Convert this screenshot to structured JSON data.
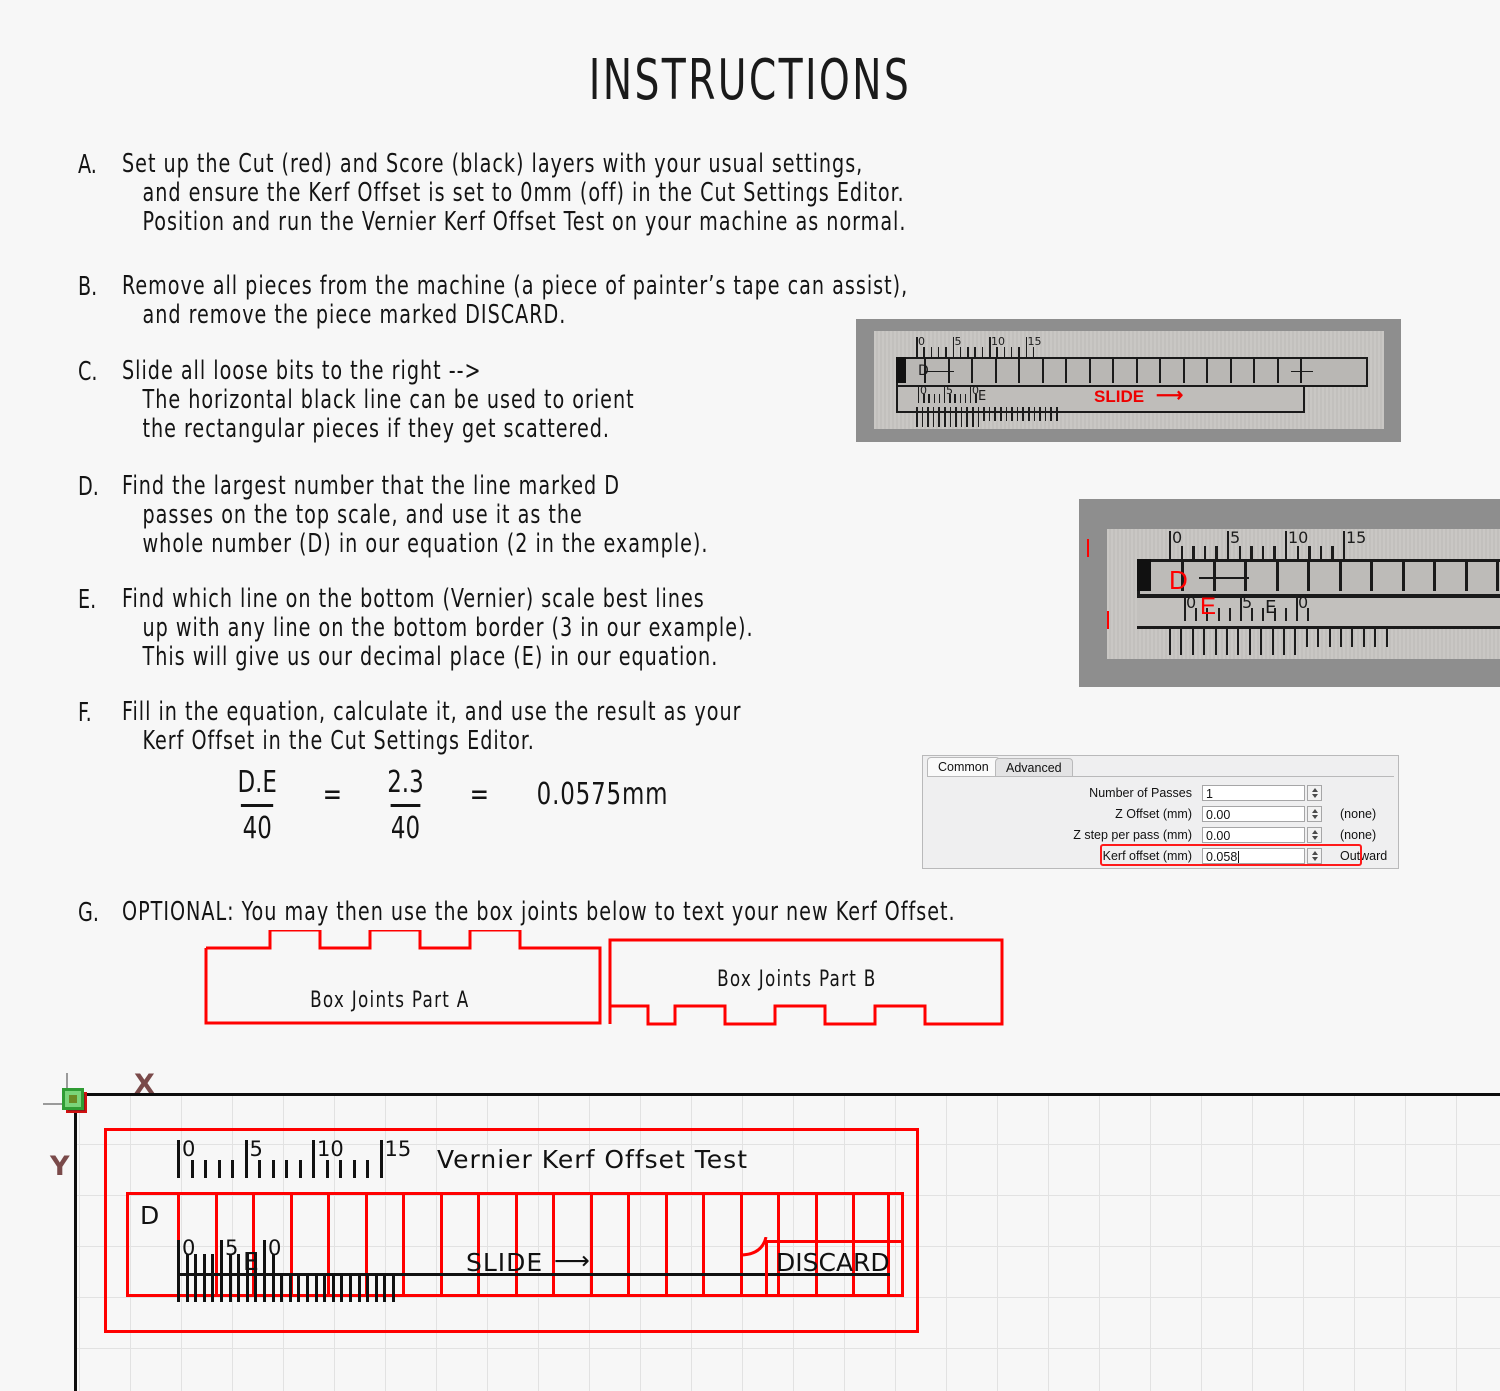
{
  "title": "INSTRUCTIONS",
  "steps": [
    {
      "label": "A.",
      "lines": [
        "Set up the Cut (red) and Score (black) layers with your usual settings,",
        "and ensure the Kerf Offset is set to 0mm (off) in the Cut Settings Editor.",
        "Position and run the Vernier Kerf Offset Test on your machine as normal."
      ]
    },
    {
      "label": "B.",
      "lines": [
        "Remove all pieces from the machine (a piece of painter’s tape can assist),",
        "and remove the piece marked DISCARD."
      ]
    },
    {
      "label": "C.",
      "lines": [
        "Slide all loose bits to the right -->",
        "The horizontal black line can be used to orient",
        "the rectangular pieces if they get scattered."
      ]
    },
    {
      "label": "D.",
      "lines": [
        "Find the largest number that the line marked D",
        "passes on the top scale, and use it as the",
        "whole number (D) in our equation (2 in the example)."
      ]
    },
    {
      "label": "E.",
      "lines": [
        "Find which line on the bottom (Vernier) scale best lines",
        "up with any line on the bottom border (3 in our example).",
        "This will give us our decimal place (E) in our equation."
      ]
    },
    {
      "label": "F.",
      "lines": [
        "Fill in the equation, calculate it, and use the result as your",
        "Kerf Offset in the Cut Settings Editor."
      ]
    },
    {
      "label": "G.",
      "lines": [
        "OPTIONAL: You may then use the box joints below to text your new Kerf Offset."
      ]
    }
  ],
  "photo_slide": {
    "caption": "SLIDE",
    "arrow": "⟶",
    "top_scale_labels": [
      "0",
      "5",
      "10",
      "15"
    ],
    "bottom_scale_labels": [
      "0",
      "5",
      "0"
    ],
    "d_label": "D",
    "e_label": "E"
  },
  "photo_read": {
    "top_scale_labels": [
      "0",
      "5",
      "10",
      "15"
    ],
    "bottom_scale_labels": [
      "0",
      "5",
      "0"
    ],
    "d_marker": "D",
    "e_marker": "E",
    "d_label": "D",
    "e_label": "E"
  },
  "equation": {
    "numerator_1": "D.E",
    "denominator_1": "40",
    "equals_1": "=",
    "numerator_2": "2.3",
    "denominator_2": "40",
    "equals_2": "=",
    "result": "0.0575mm"
  },
  "dialog": {
    "tabs": [
      {
        "label": "Common",
        "active": true
      },
      {
        "label": "Advanced",
        "active": false
      }
    ],
    "rows": [
      {
        "caption": "Number of Passes",
        "value": "1",
        "note": ""
      },
      {
        "caption": "Z Offset (mm)",
        "value": "0.00",
        "note": "(none)"
      },
      {
        "caption": "Z step per pass (mm)",
        "value": "0.00",
        "note": "(none)"
      },
      {
        "caption": "Kerf offset (mm)",
        "value": "0.058",
        "note": "Outward",
        "highlight": true
      }
    ],
    "highlight_color": "#ff1a1a"
  },
  "joints": {
    "part_a_label": "Box Joints Part A",
    "part_b_label": "Box Joints Part B",
    "stroke_color": "#ff0000"
  },
  "workspace": {
    "x_axis_label": "X",
    "y_axis_label": "Y",
    "origin_marker": "origin-handle",
    "drawing": {
      "title": "Vernier Kerf Offset Test",
      "d_label": "D",
      "e_label": "E",
      "slide_label": "SLIDE",
      "slide_arrow": "⟶",
      "discard_label": "DISCARD",
      "top_scale_labels": [
        "0",
        "5",
        "10",
        "15"
      ],
      "bottom_scale_labels": [
        "0",
        "5",
        "0"
      ],
      "cut_color": "#ff0000",
      "score_color": "#111111",
      "grid_color": "#e2e2e2"
    }
  }
}
